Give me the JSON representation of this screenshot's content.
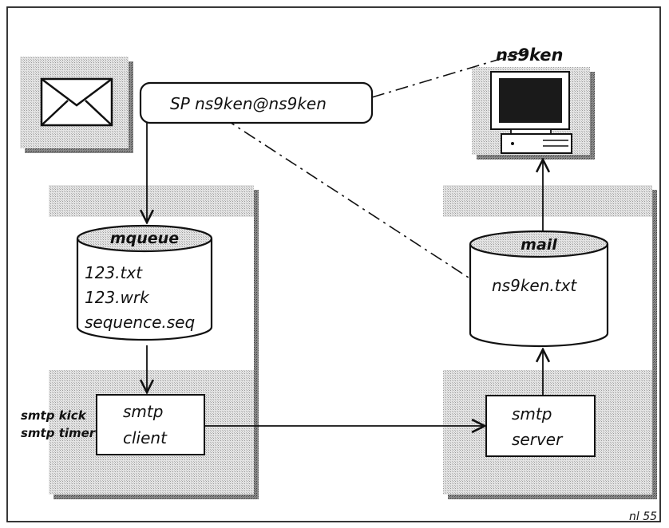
{
  "address_label": "SP ns9ken@ns9ken",
  "host_label": "ns9ken",
  "mqueue": {
    "title": "mqueue",
    "files": [
      "123.txt",
      "123.wrk",
      "sequence.seq"
    ]
  },
  "mail": {
    "title": "mail",
    "files": [
      "ns9ken.txt"
    ]
  },
  "client": {
    "line1": "smtp",
    "line2": "client",
    "commands": [
      "smtp kick",
      "smtp timer"
    ]
  },
  "server": {
    "line1": "smtp",
    "line2": "server"
  },
  "page_number": "nl 55",
  "icons": [
    "envelope-icon",
    "computer-icon"
  ],
  "colors": {
    "ink": "#111111",
    "hatch": "#c8c8c8",
    "shadow": "#6e6e6e",
    "paper": "#ffffff"
  }
}
